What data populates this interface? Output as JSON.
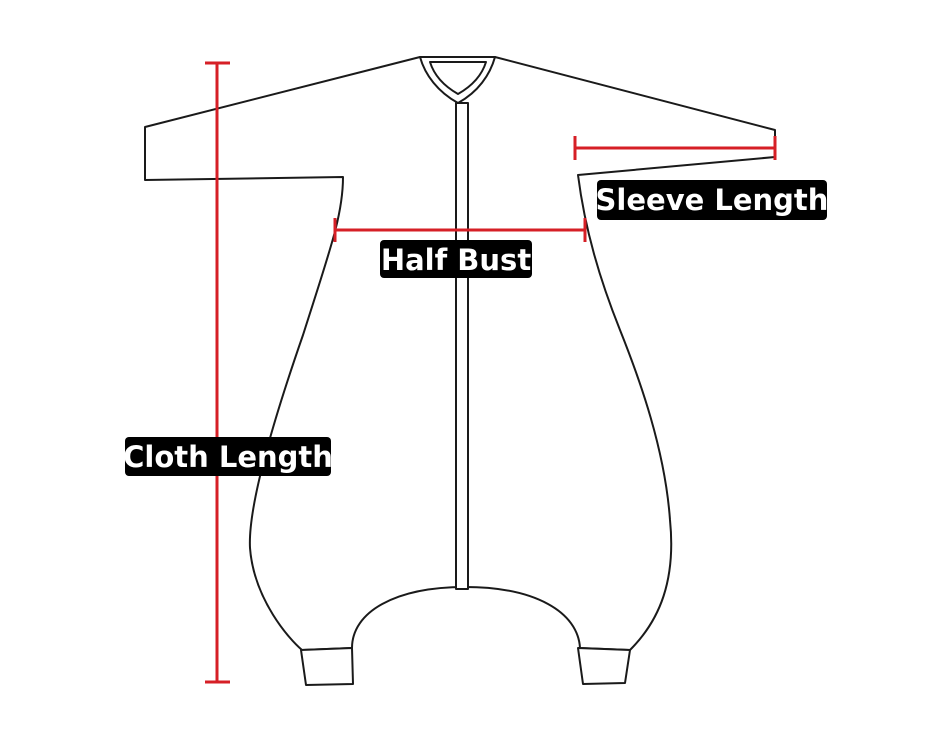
{
  "labels": {
    "sleeve_length": "Sleeve Length",
    "half_bust": "Half Bust",
    "cloth_length": "Cloth Length"
  },
  "colors": {
    "measure_line": "#d61f26",
    "outline": "#1a1a1a",
    "label_background": "#000000",
    "label_text": "#ffffff",
    "background": "#ffffff"
  }
}
